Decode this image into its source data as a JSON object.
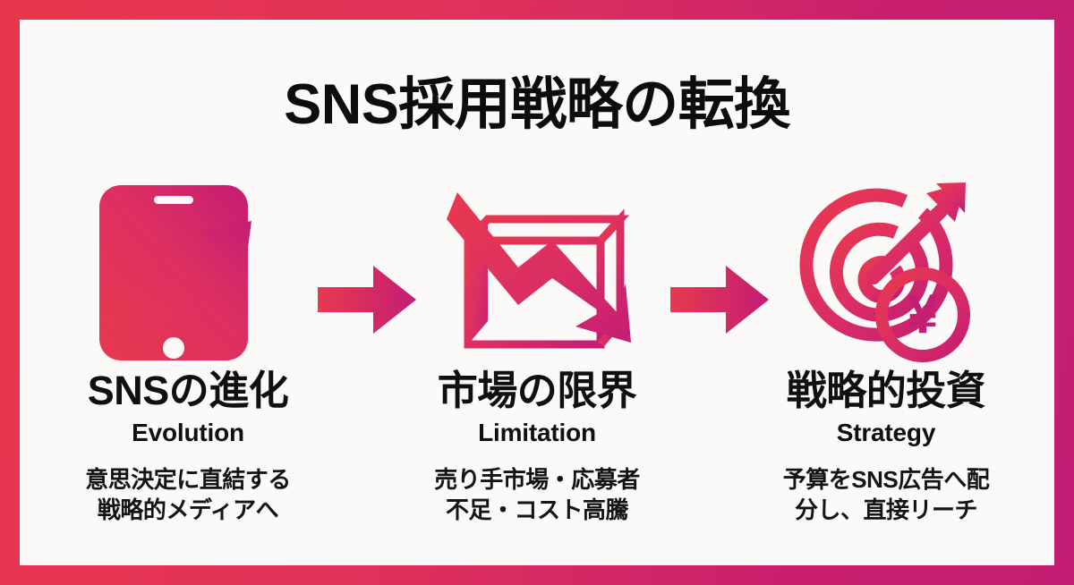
{
  "page": {
    "title": "SNS採用戦略の転換",
    "border_color_start": "#e8364c",
    "border_color_end": "#c21d73",
    "canvas_color": "#fbfaf8",
    "text_color": "#101010"
  },
  "steps": [
    {
      "icon": "smartphone-growth-chart-icon",
      "heading_jp": "SNSの進化",
      "heading_en": "Evolution",
      "body_line1": "意思決定に直結する",
      "body_line2": "戦略的メディアへ"
    },
    {
      "icon": "brick-wall-declining-arrow-icon",
      "heading_jp": "市場の限界",
      "heading_en": "Limitation",
      "body_line1": "売り手市場・応募者",
      "body_line2": "不足・コスト高騰"
    },
    {
      "icon": "target-bullseye-yen-coin-icon",
      "heading_jp": "戦略的投資",
      "heading_en": "Strategy",
      "body_line1": "予算をSNS広告へ配",
      "body_line2": "分し、直接リーチ"
    }
  ],
  "connectors": [
    {
      "name": "arrow-right-1"
    },
    {
      "name": "arrow-right-2"
    }
  ]
}
